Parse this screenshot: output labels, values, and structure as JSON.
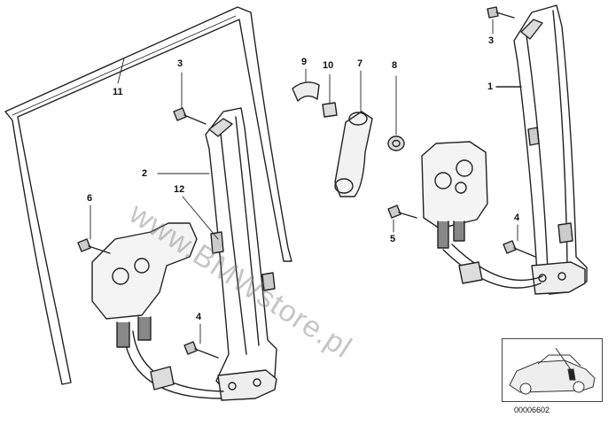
{
  "watermark": "www.BMWstore.pl",
  "diagram_code": "00006602",
  "callouts": [
    {
      "id": "c11",
      "label": "11"
    },
    {
      "id": "c3a",
      "label": "3"
    },
    {
      "id": "c2",
      "label": "2"
    },
    {
      "id": "c12",
      "label": "12"
    },
    {
      "id": "c6",
      "label": "6"
    },
    {
      "id": "c4a",
      "label": "4"
    },
    {
      "id": "c9",
      "label": "9"
    },
    {
      "id": "c10",
      "label": "10"
    },
    {
      "id": "c7",
      "label": "7"
    },
    {
      "id": "c8",
      "label": "8"
    },
    {
      "id": "c5",
      "label": "5"
    },
    {
      "id": "c3b",
      "label": "3"
    },
    {
      "id": "c1",
      "label": "1"
    },
    {
      "id": "c4b",
      "label": "4"
    }
  ]
}
